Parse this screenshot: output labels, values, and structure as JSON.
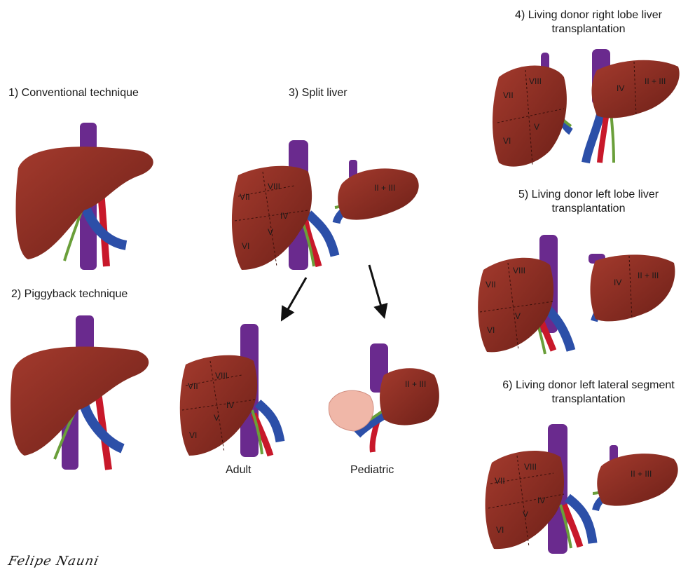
{
  "captions": {
    "conventional": "1) Conventional technique",
    "piggyback": "2) Piggyback technique",
    "split": "3) Split liver",
    "right_lobe_line1": "4) Living donor right lobe liver",
    "right_lobe_line2": "transplantation",
    "left_lobe_line1": "5) Living donor left lobe liver",
    "left_lobe_line2": "transplantation",
    "left_lateral_line1": "6) Living donor left lateral segment",
    "left_lateral_line2": "transplantation"
  },
  "sublabels": {
    "adult": "Adult",
    "pediatric": "Pediatric"
  },
  "segments": {
    "vii": "VII",
    "viii": "VIII",
    "vi": "VI",
    "v": "V",
    "iv": "IV",
    "ii_iii": "II + III"
  },
  "signature": "Felipe Nauni",
  "colors": {
    "liver": "#8f2f24",
    "liver_dark": "#6e2018",
    "cava": "#6a2a8e",
    "portal": "#2c4fa8",
    "artery": "#c8182a",
    "bile": "#6a9f3a",
    "graft_bowel": "#f0b7a8"
  }
}
